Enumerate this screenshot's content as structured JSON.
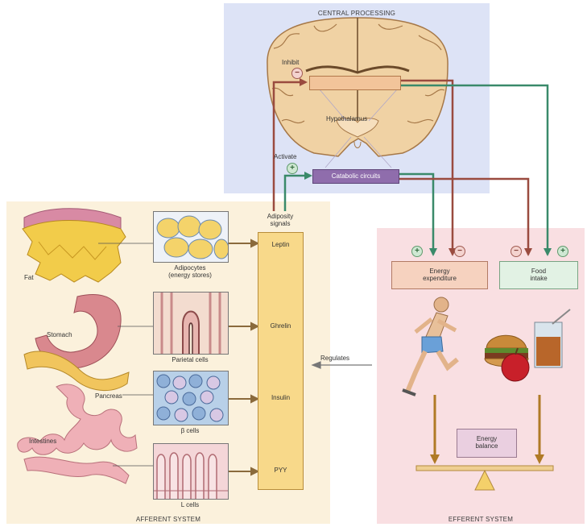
{
  "central": {
    "title": "CENTRAL PROCESSING",
    "inhibit": "Inhibit",
    "activate": "Activate",
    "hypothalamus": "Hypothalamus",
    "catabolic": "Catabolic circuits"
  },
  "afferent": {
    "title": "AFFERENT SYSTEM",
    "adiposity_signals": [
      "Adiposity",
      "signals"
    ],
    "hormones": [
      "Leptin",
      "Ghrelin",
      "Insulin",
      "PYY"
    ],
    "organs": {
      "fat": "Fat",
      "stomach": "Stomach",
      "pancreas": "Pancreas",
      "intestines": "Intestines"
    },
    "cells": {
      "adipocytes": [
        "Adipocytes",
        "(energy stores)"
      ],
      "parietal": "Parietal cells",
      "beta": "β cells",
      "l_cells": "L cells"
    }
  },
  "regulates": "Regulates",
  "efferent": {
    "title": "EFFERENT SYSTEM",
    "energy_expenditure": [
      "Energy",
      "expenditure"
    ],
    "food_intake": [
      "Food",
      "intake"
    ],
    "energy_balance": [
      "Energy",
      "balance"
    ]
  },
  "colors": {
    "central_bg": "#dde3f6",
    "afferent_bg": "#fbf1dc",
    "efferent_bg": "#f9dfe2",
    "anabolic_arrow": "#9a4b3f",
    "catabolic_arrow": "#3a8a6a"
  }
}
